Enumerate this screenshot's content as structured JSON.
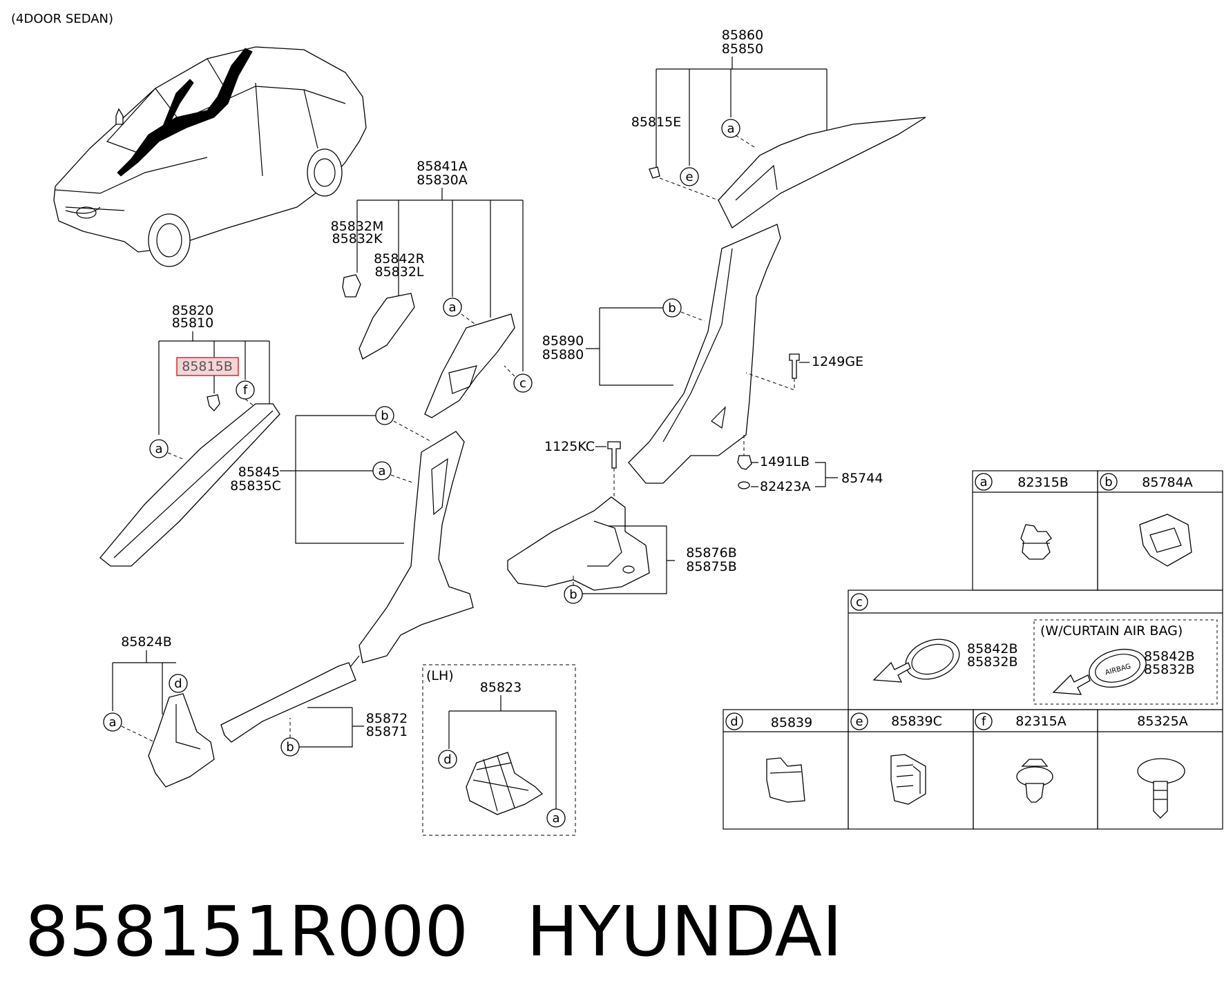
{
  "header_note": "(4DOOR SEDAN)",
  "footer": {
    "part_number": "858151R000",
    "brand": "HYUNDAI"
  },
  "labels": {
    "l85860": "85860",
    "l85850": "85850",
    "l85815E": "85815E",
    "l85841A": "85841A",
    "l85830A": "85830A",
    "l85832M": "85832M",
    "l85832K": "85832K",
    "l85842R": "85842R",
    "l85832L": "85832L",
    "l85820": "85820",
    "l85810": "85810",
    "l85815B": "85815B",
    "l85845": "85845",
    "l85835C": "85835C",
    "l85890": "85890",
    "l85880": "85880",
    "l1249GE": "1249GE",
    "l1125KC": "1125KC",
    "l1491LB": "1491LB",
    "l82423A": "82423A",
    "l85744": "85744",
    "l85876B": "85876B",
    "l85875B": "85875B",
    "l85824B": "85824B",
    "l85872": "85872",
    "l85871": "85871",
    "lh_title": "(LH)",
    "l85823": "85823"
  },
  "callouts": {
    "a": "a",
    "b": "b",
    "c": "c",
    "d": "d",
    "e": "e",
    "f": "f"
  },
  "legend": {
    "a": {
      "letter": "a",
      "part": "82315B"
    },
    "b": {
      "letter": "b",
      "part": "85784A"
    },
    "c": {
      "letter": "c",
      "note": "(W/CURTAIN AIR BAG)",
      "left_parts": [
        "85842B",
        "85832B"
      ],
      "right_parts": [
        "85842B",
        "85832B"
      ],
      "airbag_text": "AIRBAG"
    },
    "d": {
      "letter": "d",
      "part": "85839"
    },
    "e": {
      "letter": "e",
      "part": "85839C"
    },
    "f": {
      "letter": "f",
      "part": "82315A"
    },
    "g": {
      "part": "85325A"
    }
  },
  "colors": {
    "highlight_border": "#d9262d",
    "highlight_fill": "#f7d4d6"
  }
}
